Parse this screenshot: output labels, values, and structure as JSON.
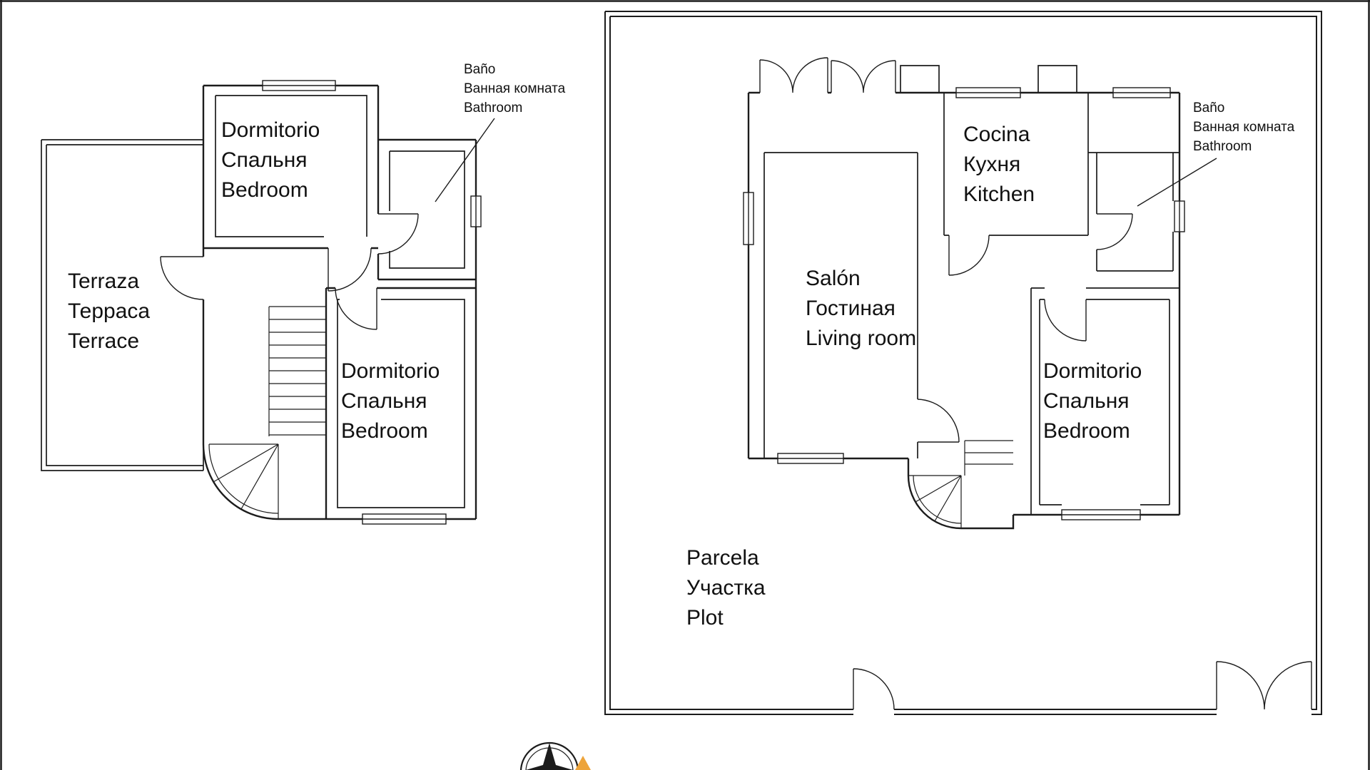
{
  "canvas": {
    "background": "#ffffff",
    "line_color": "#1c1c1c",
    "accent_color": "#eda43b"
  },
  "upper_floor": {
    "bedroom_top": {
      "es": "Dormitorio",
      "ru": "Спальня",
      "en": "Bedroom"
    },
    "bathroom": {
      "es": "Baño",
      "ru": "Ванная комната",
      "en": "Bathroom"
    },
    "terrace": {
      "es": "Terraza",
      "ru": "Терраса",
      "en": "Terrace"
    },
    "bedroom_bottom": {
      "es": "Dormitorio",
      "ru": "Спальня",
      "en": "Bedroom"
    }
  },
  "ground_floor": {
    "kitchen": {
      "es": "Cocina",
      "ru": "Кухня",
      "en": "Kitchen"
    },
    "bathroom": {
      "es": "Baño",
      "ru": "Ванная комната",
      "en": "Bathroom"
    },
    "living_room": {
      "es": "Salón",
      "ru": "Гостиная",
      "en": "Living room"
    },
    "bedroom": {
      "es": "Dormitorio",
      "ru": "Спальня",
      "en": "Bedroom"
    },
    "plot": {
      "es": "Parcela",
      "ru": "Участка",
      "en": "Plot"
    }
  },
  "icons": {
    "compass": "compass-rose-icon"
  }
}
